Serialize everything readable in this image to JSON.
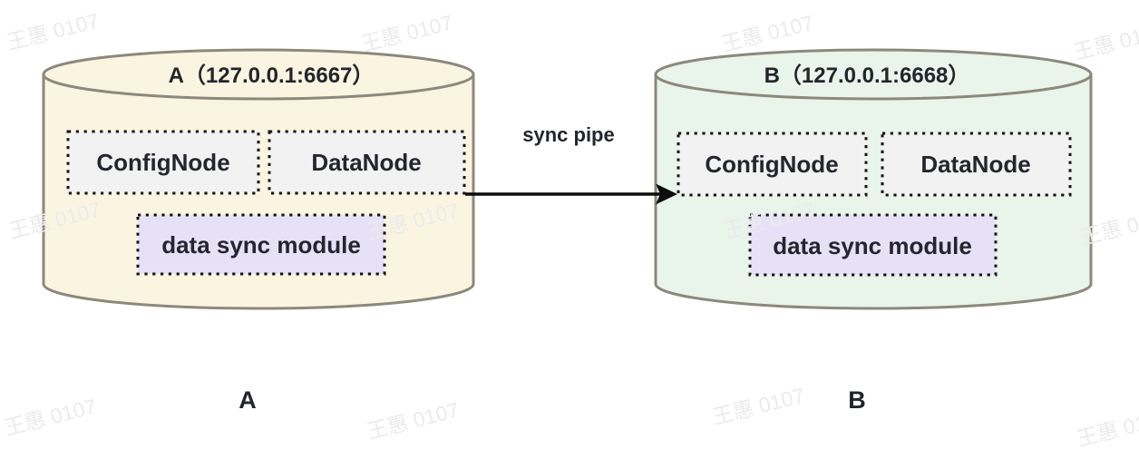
{
  "watermark": {
    "text": "王惠 0107",
    "color": "#ebebeb"
  },
  "sync_pipe": {
    "label": "sync pipe"
  },
  "colors": {
    "cylinder_a_fill": "#fbf4e0",
    "cylinder_b_fill": "#e9f4eb",
    "cylinder_stroke": "#8d887c",
    "node_box_fill": "#f2f2f3",
    "sync_module_fill": "#e7e1f8",
    "box_border": "#141414",
    "text": "#24262e",
    "arrow": "#0d0d0d"
  },
  "database_a": {
    "title": "A（127.0.0.1:6667）",
    "config_node_label": "ConfigNode",
    "data_node_label": "DataNode",
    "sync_module_label": "data sync module",
    "caption": "A"
  },
  "database_b": {
    "title": "B（127.0.0.1:6668）",
    "config_node_label": "ConfigNode",
    "data_node_label": "DataNode",
    "sync_module_label": "data sync module",
    "caption": "B"
  }
}
